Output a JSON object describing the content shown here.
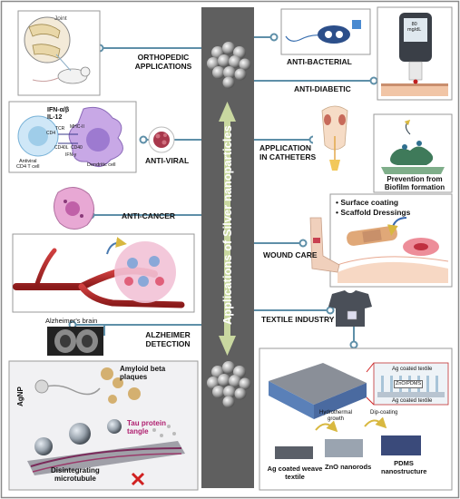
{
  "title": "Applications of Silver nanoparticles",
  "left_applications": {
    "orthopedic": "ORTHOPEDIC\nAPPLICATIONS",
    "anti_viral": "ANTI-VIRAL",
    "anti_cancer": "ANTI-CANCER",
    "alzheimer": "ALZHEIMER\nDETECTION"
  },
  "right_applications": {
    "anti_bacterial": "ANTI-BACTERIAL",
    "anti_diabetic": "ANTI-DIABETIC",
    "catheters": "APPLICATION\nIN CATHETERS",
    "wound_care": "WOUND CARE",
    "textile": "TEXTILE INDUSTRY"
  },
  "orthopedic_panel": {
    "joint": "Joint"
  },
  "glucose_meter": {
    "reading": "80\nmg/dL"
  },
  "antiviral_panel": {
    "cytokines": "IFN-α/β\nIL-12",
    "tcr": "TCR",
    "mhc": "MHC-II",
    "cd4": "CD4",
    "cd40l": "CD40L",
    "cd40": "CD40",
    "ifng": "IFN-γ",
    "cell1": "Antiviral\nCD4 T cell",
    "cell2": "Dendritic cell"
  },
  "biofilm": "Prevention from\nBiofilm formation",
  "wound_items": [
    "Surface coating",
    "Scaffold Dressings"
  ],
  "alzheimer_brain": "Alzheimer's brain",
  "alzheimer_panel": {
    "amyloid": "Amyloid beta\nplaques",
    "agnp": "AgNP",
    "tau": "Tau protein\ntangle",
    "microtubule": "Disintegrating\nmicrotubule"
  },
  "textile_panel": {
    "ag_coated": "Ag coated textile",
    "zno_pdms": "ZnO/PDMS",
    "ag_coated_2": "Ag coated textile",
    "hydrothermal": "Hydrothermal\ngrowth",
    "dip": "Dip-coating",
    "s1": "Ag coated weave\ntextile",
    "s2": "ZnO nanorods",
    "s3": "PDMS\nnanostructure"
  },
  "colors": {
    "spine": "#5f5f5f",
    "arrow": "#c9d8a0",
    "connector": "#5e8fa8",
    "border": "#8a8a8a"
  }
}
